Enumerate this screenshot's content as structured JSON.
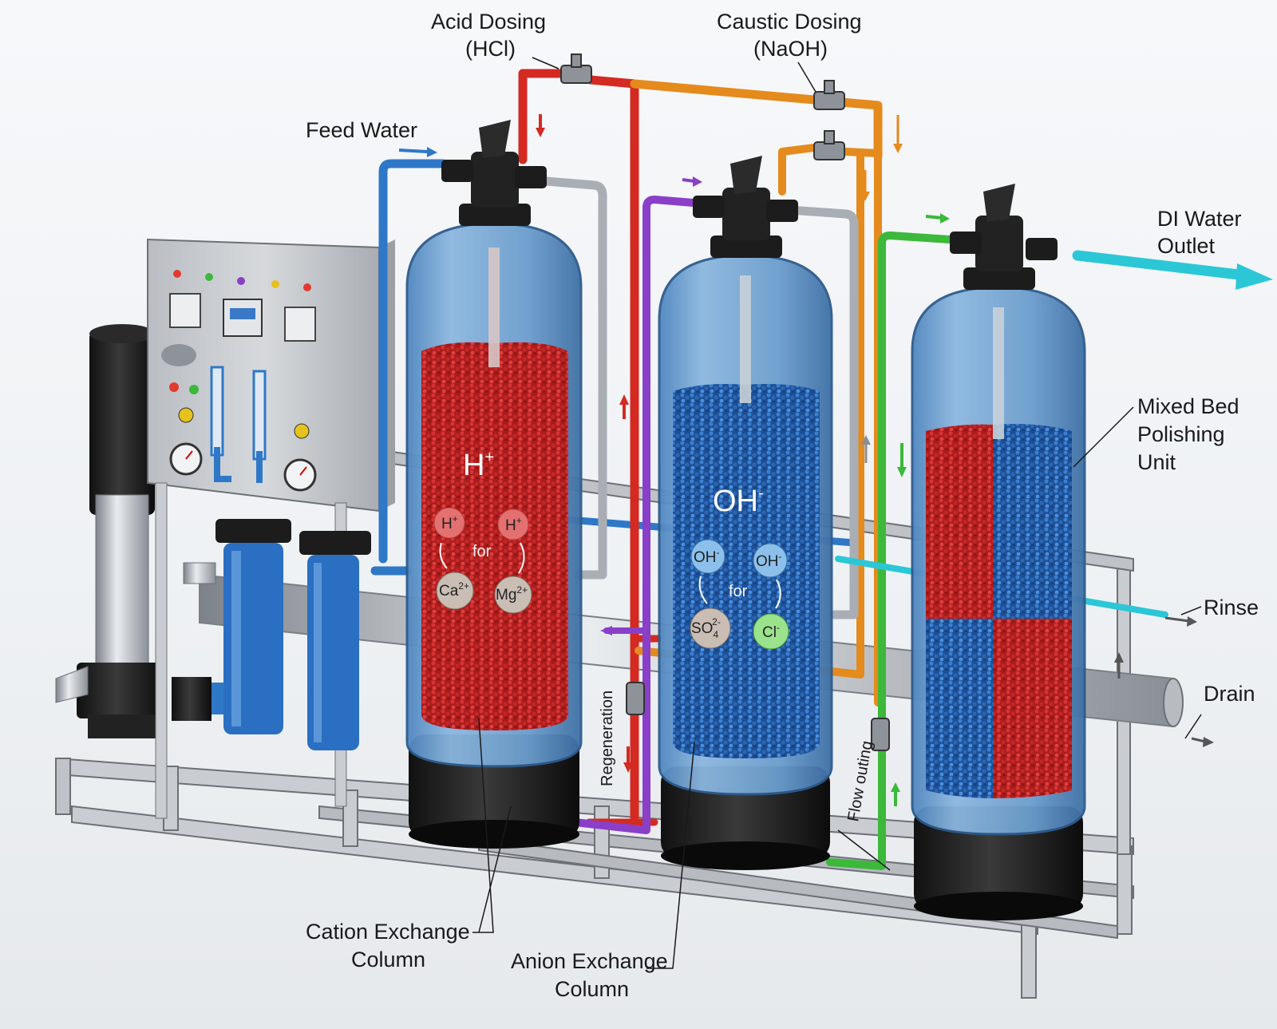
{
  "labels": {
    "acid_dosing_1": "Acid Dosing",
    "acid_dosing_2": "(HCl)",
    "caustic_dosing_1": "Caustic Dosing",
    "caustic_dosing_2": "(NaOH)",
    "feed_water": "Feed Water",
    "di_water_1": "DI Water",
    "di_water_2": "Outlet",
    "mixed_bed_1": "Mixed Bed",
    "mixed_bed_2": "Polishing",
    "mixed_bed_3": "Unit",
    "rinse": "Rinse",
    "drain": "Drain",
    "regeneration": "Regeneration",
    "flow_outing": "Flow outing",
    "cation_1": "Cation Exchange",
    "cation_2": "Column",
    "anion_1": "Anion Exchange",
    "anion_2": "Column"
  },
  "cation_column": {
    "big_ion": "H",
    "big_ion_sup": "+",
    "ion_a": "H",
    "ion_a_sup": "+",
    "ion_b": "H",
    "ion_b_sup": "+",
    "for": "for",
    "ion_c": "Ca",
    "ion_c_sup": "2+",
    "ion_d": "Mg",
    "ion_d_sup": "2+"
  },
  "anion_column": {
    "big_ion": "OH",
    "big_ion_sup": "-",
    "ion_a": "OH",
    "ion_a_sup": "-",
    "ion_b": "OH",
    "ion_b_sup": "-",
    "for": "for",
    "ion_c": "SO",
    "ion_c_sub": "4",
    "ion_c_sup": "2-",
    "ion_d": "Cl",
    "ion_d_sup": "-"
  },
  "colors": {
    "acid_line": "#d42a22",
    "caustic_line": "#e58a1c",
    "feed_line": "#2f78c8",
    "purple_line": "#8a3fc8",
    "green_line": "#3cb83a",
    "outlet_line": "#2cc7d6",
    "cation_resin": "#c62828",
    "anion_resin": "#2f6fc0"
  },
  "icons": [
    "valve-icon",
    "pressure-gauge-icon",
    "flowmeter-icon",
    "indicator-light-icon",
    "pump-motor-icon",
    "cartridge-filter-icon",
    "flow-arrow-icon"
  ]
}
